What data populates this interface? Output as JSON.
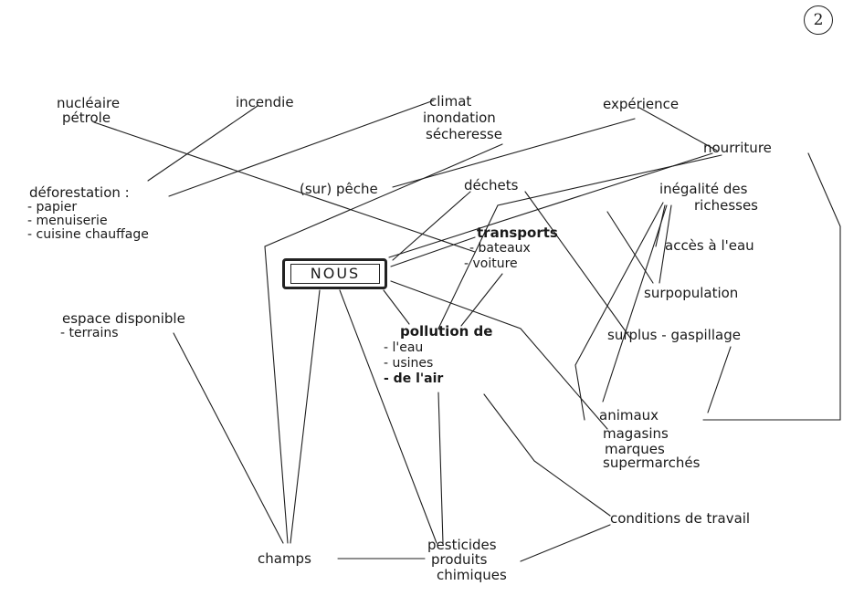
{
  "page_number": "2",
  "center": "NOUS",
  "nodes": {
    "nucleaire": "nucléaire",
    "petrole": "pétrole",
    "incendie": "incendie",
    "climat": "climat",
    "inondation": "inondation",
    "secheresse": "sécheresse",
    "experience": "expérience",
    "nourriture": "nourriture",
    "deforestation": "déforestation :",
    "papier": "- papier",
    "menuiserie": "- menuiserie",
    "cuisine": "- cuisine chauffage",
    "sur_peche": "(sur) pêche",
    "dechets": "déchets",
    "inegalite": "inégalité des",
    "richesses": "richesses",
    "transports": "transports",
    "bateaux": "- bateaux",
    "voiture": "- voiture",
    "acces_eau": "accès à l'eau",
    "surpopulation": "surpopulation",
    "espace": "espace disponible",
    "terrains": "- terrains",
    "pollution": "pollution de",
    "leau": "- l'eau",
    "usines": "- usines",
    "de_lair": "- de l'air",
    "surplus": "surplus - gaspillage",
    "animaux": "animaux",
    "magasins": "magasins",
    "marques": "marques",
    "supermarches": "supermarchés",
    "conditions": "conditions de travail",
    "champs": "champs",
    "pesticides": "pesticides",
    "produits": "produits",
    "chimiques": "chimiques"
  }
}
